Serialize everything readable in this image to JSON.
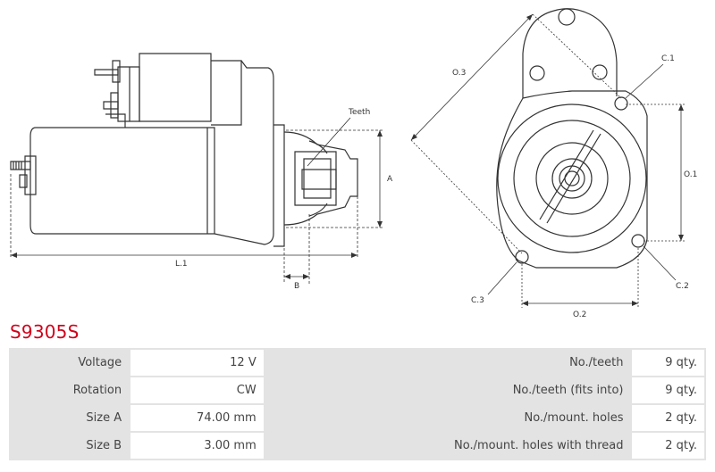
{
  "drawing": {
    "labels": {
      "teeth": "Teeth",
      "a": "A",
      "b": "B",
      "l1": "L.1",
      "o1": "O.1",
      "o2": "O.2",
      "o3": "O.3",
      "c1": "C.1",
      "c2": "C.2",
      "c3": "C.3"
    }
  },
  "product": {
    "code": "S9305S"
  },
  "specs": {
    "rows": [
      {
        "label": "Voltage",
        "value": "12 V",
        "label2": "No./teeth",
        "value2": "9 qty."
      },
      {
        "label": "Rotation",
        "value": "CW",
        "label2": "No./teeth (fits into)",
        "value2": "9 qty."
      },
      {
        "label": "Size A",
        "value": "74.00 mm",
        "label2": "No./mount. holes",
        "value2": "2 qty."
      },
      {
        "label": "Size B",
        "value": "3.00 mm",
        "label2": "No./mount. holes with thread",
        "value2": "2 qty."
      }
    ]
  }
}
